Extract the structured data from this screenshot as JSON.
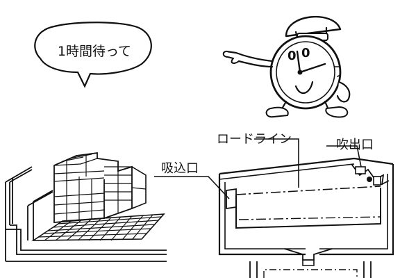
{
  "speech_bubble": {
    "text": "1時間待って"
  },
  "labels": {
    "load_line": "ロードライン",
    "intake": "吸込口",
    "outlet": "吹出口"
  },
  "colors": {
    "ink": "#111111",
    "paper": "#ffffff"
  },
  "icons": [
    "alarm-clock-mascot-icon"
  ]
}
